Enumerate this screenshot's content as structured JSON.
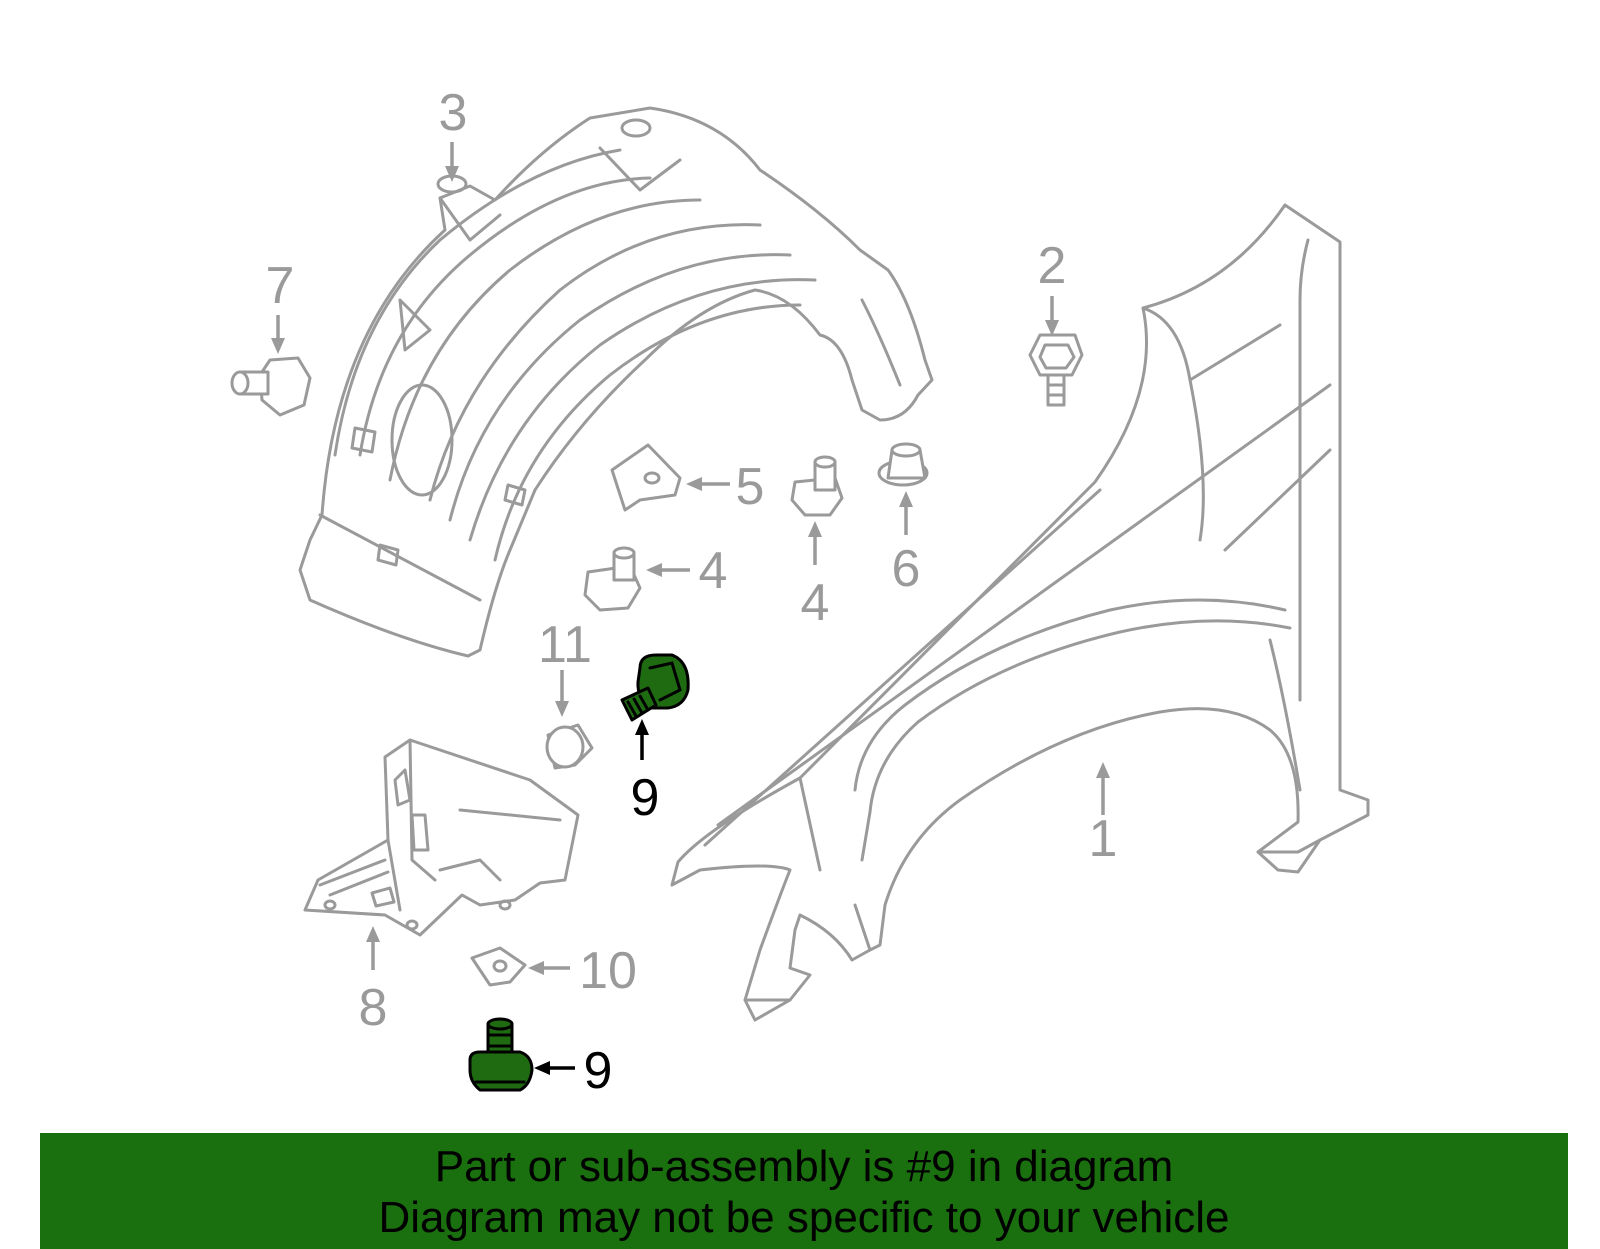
{
  "diagram": {
    "callouts": [
      {
        "id": "c1",
        "label": "1"
      },
      {
        "id": "c2",
        "label": "2"
      },
      {
        "id": "c3",
        "label": "3"
      },
      {
        "id": "c4a",
        "label": "4"
      },
      {
        "id": "c4b",
        "label": "4"
      },
      {
        "id": "c5",
        "label": "5"
      },
      {
        "id": "c6",
        "label": "6"
      },
      {
        "id": "c7",
        "label": "7"
      },
      {
        "id": "c8",
        "label": "8"
      },
      {
        "id": "c9a",
        "label": "9"
      },
      {
        "id": "c9b",
        "label": "9"
      },
      {
        "id": "c10",
        "label": "10"
      },
      {
        "id": "c11",
        "label": "11"
      }
    ],
    "highlight_color": "#1f6b12",
    "line_color": "#9a9a9a"
  },
  "banner": {
    "line1": "Part or sub-assembly is #9 in diagram",
    "line2": "Diagram may not be specific to your vehicle",
    "color": "#1a6f0e"
  }
}
